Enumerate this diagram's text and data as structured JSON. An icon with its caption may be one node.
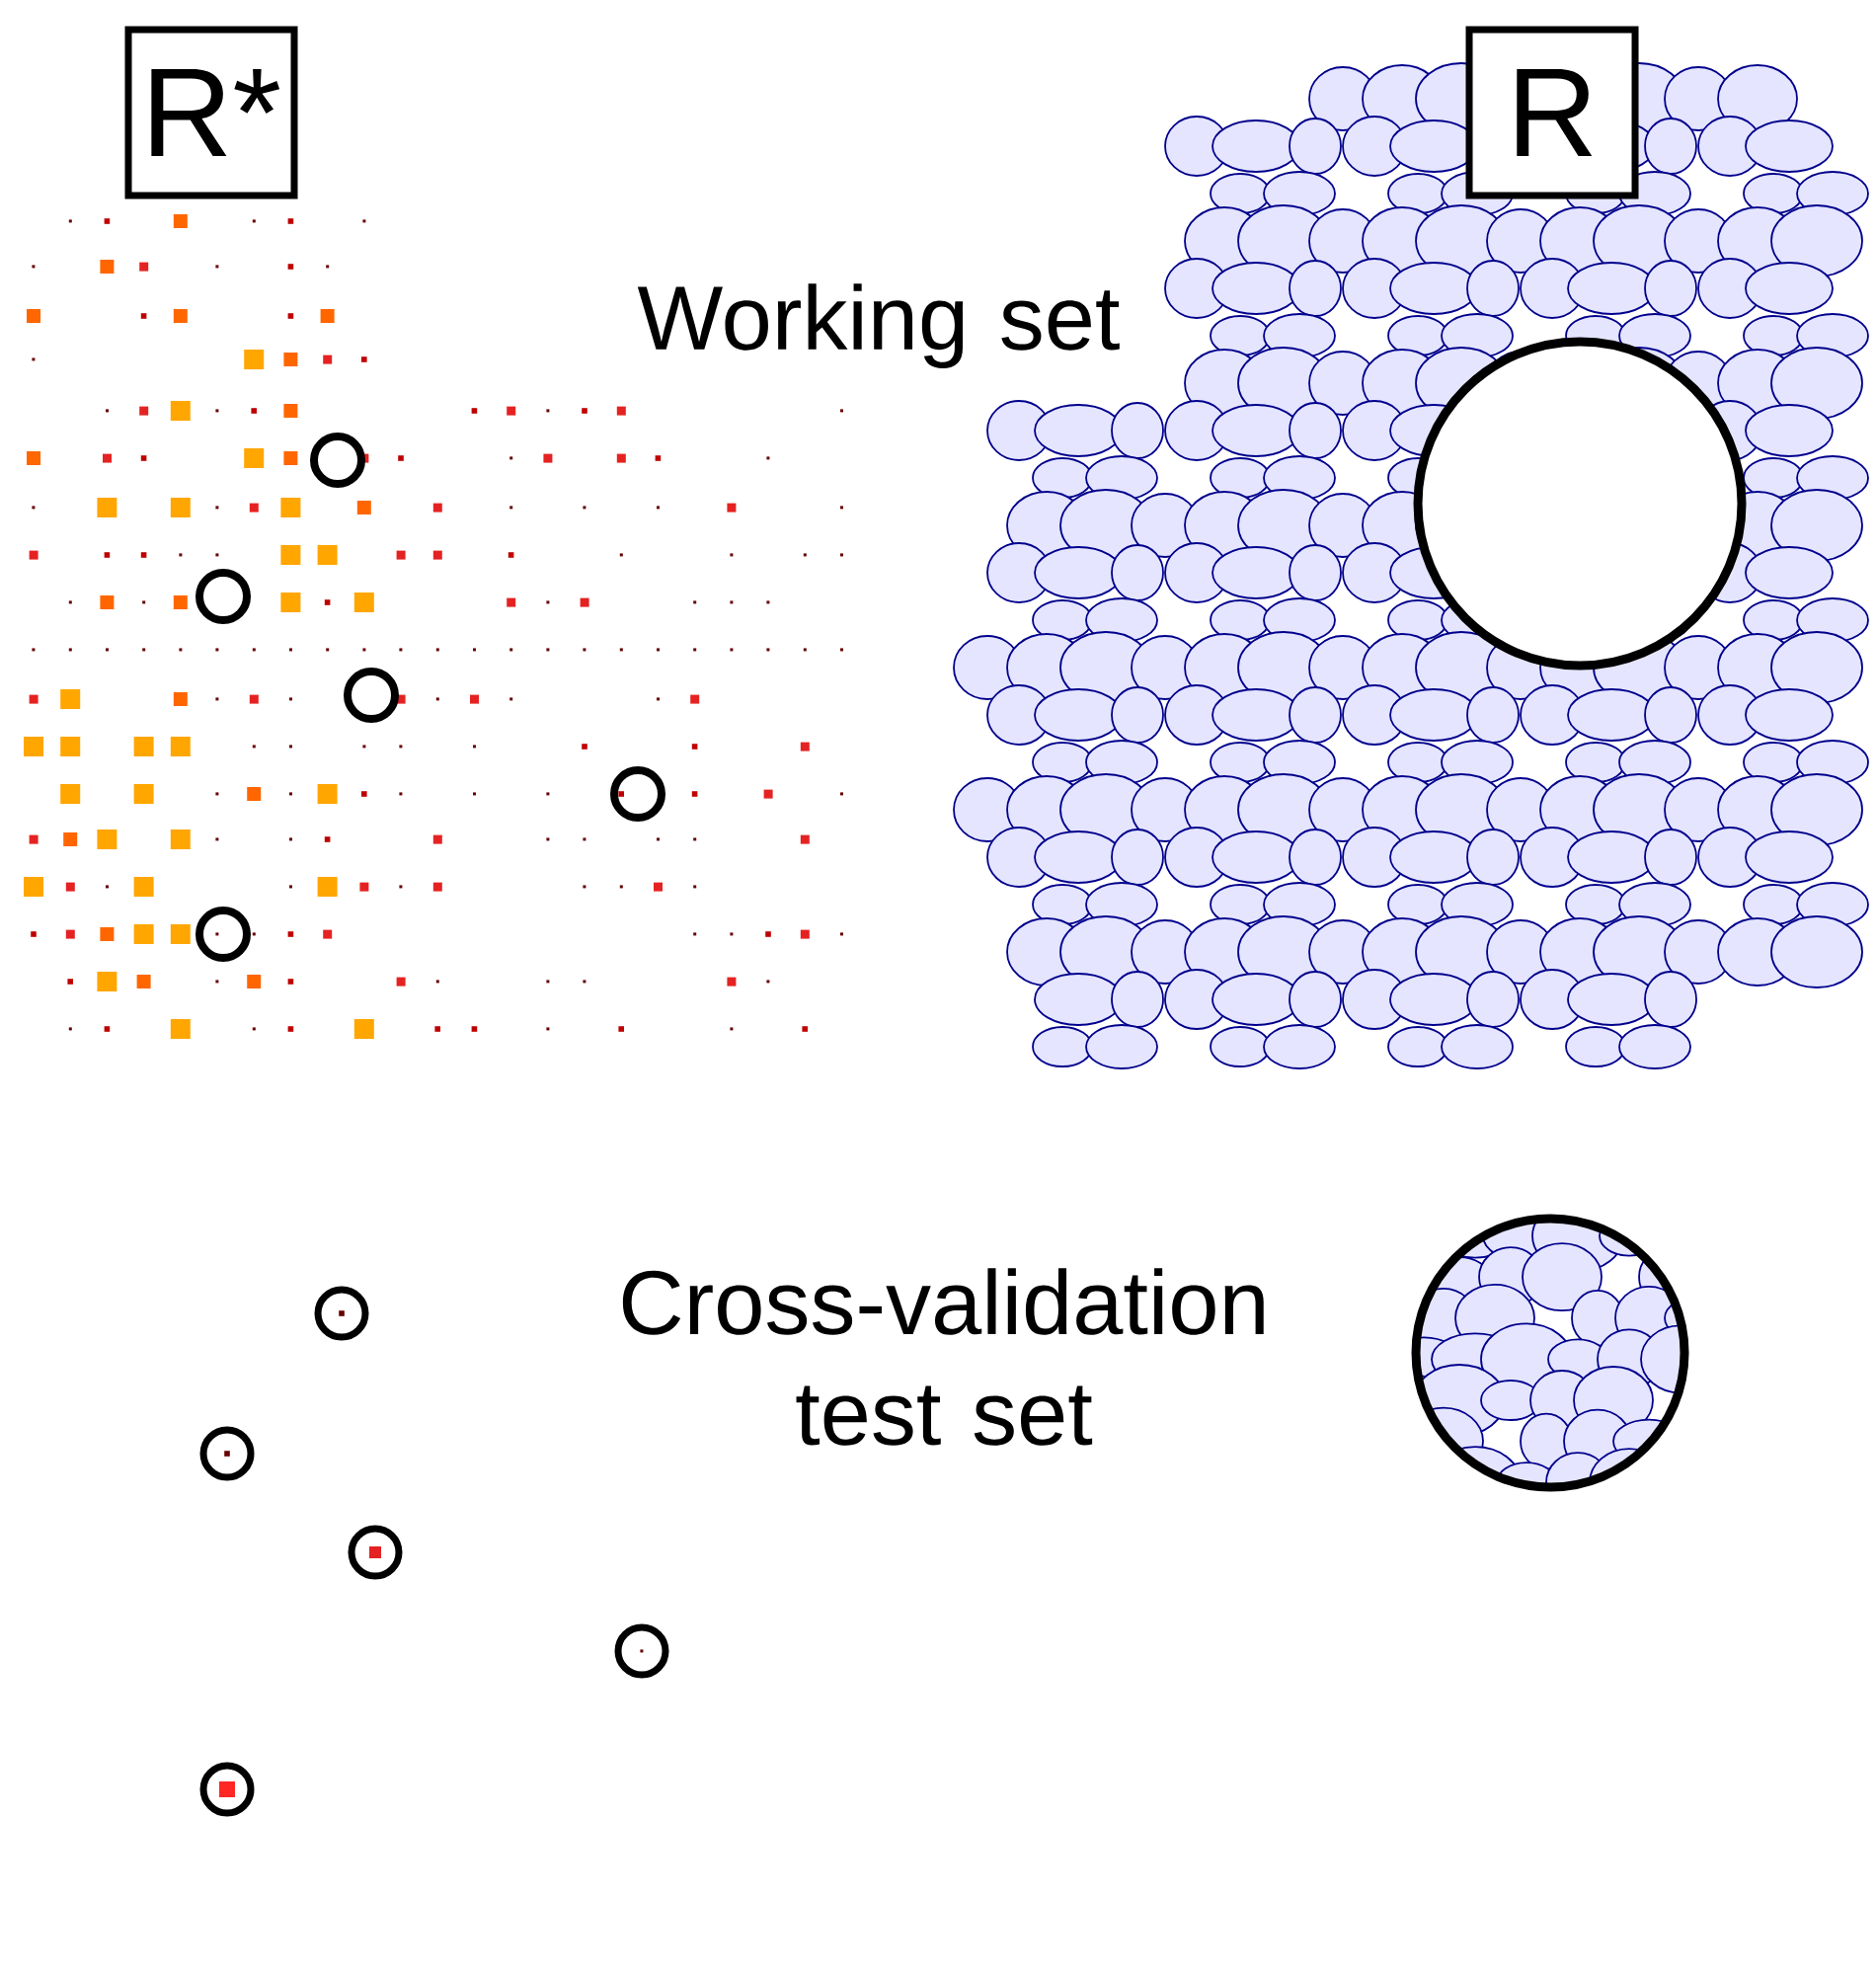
{
  "diagram": {
    "nodes": [
      {
        "text": [
          "R*"
        ]
      },
      {
        "text": [
          "R"
        ]
      }
    ],
    "labels": [
      "Working set",
      "Cross-validation test set"
    ]
  }
}
